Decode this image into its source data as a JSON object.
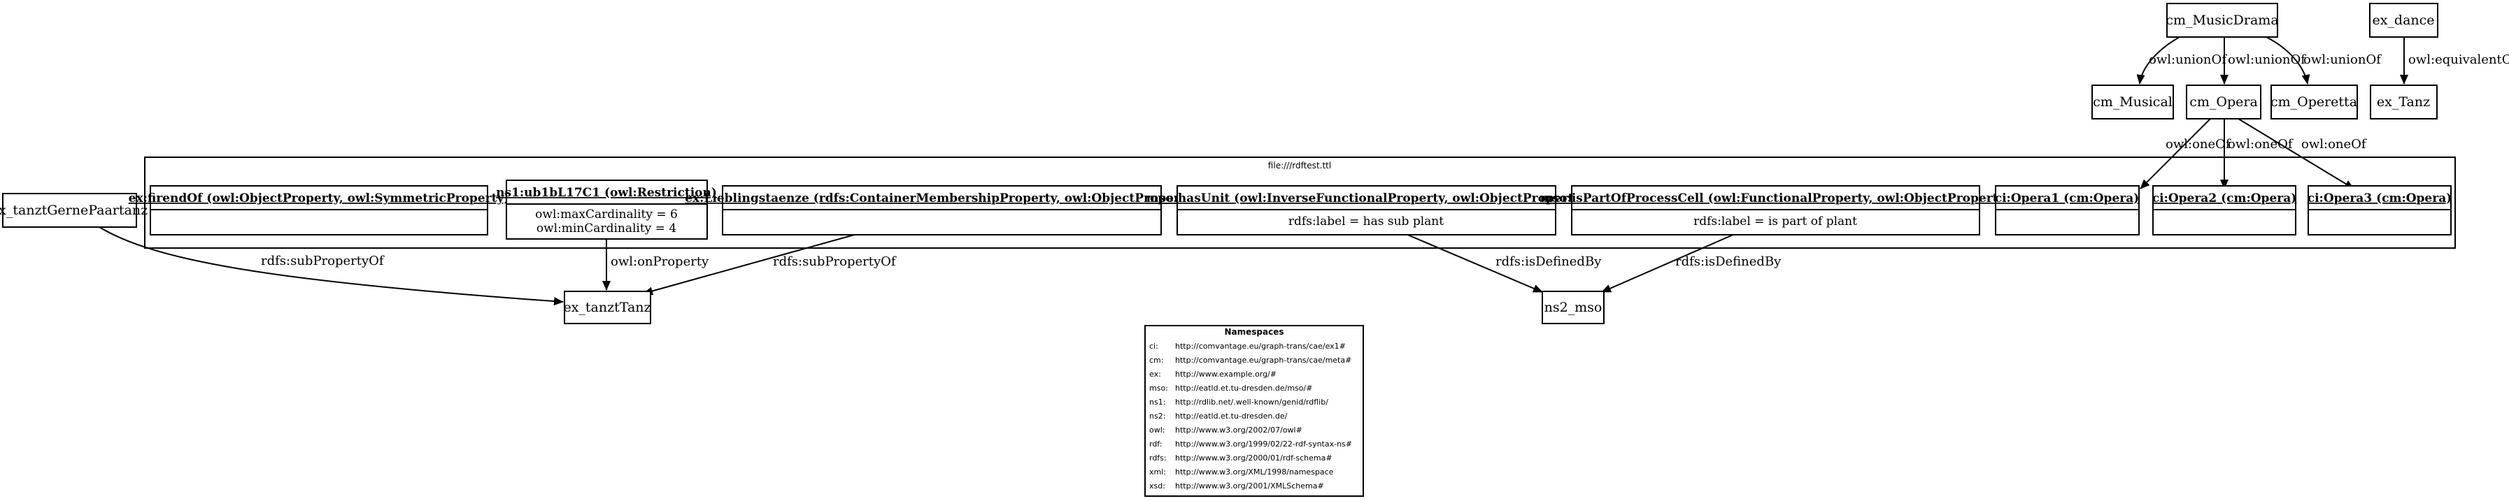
{
  "graph": {
    "cluster_label": "file:///rdftest.ttl",
    "nodes": {
      "musicdrama": "cm_MusicDrama",
      "dance": "ex_dance",
      "musical": "cm_Musical",
      "opera": "cm_Opera",
      "operetta": "cm_Operetta",
      "tanz": "ex_Tanz",
      "gernepaartanz": "ex_tanztGernePaartanz",
      "tanzttanz": "ex_tanztTanz",
      "ns2mso": "ns2_mso"
    },
    "uml": {
      "firend": {
        "title": "ex:firendOf (owl:ObjectProperty, owl:SymmetricProperty)",
        "attrs": []
      },
      "restriction": {
        "title": "ns1:ub1bL17C1 (owl:Restriction)",
        "attrs": [
          "owl:maxCardinality = 6",
          "owl:minCardinality = 4"
        ]
      },
      "lieblings": {
        "title": "ex:Lieblingstaenze (rdfs:ContainerMembershipProperty, owl:ObjectProperty)",
        "attrs": []
      },
      "hasunit": {
        "title": "mso:hasUnit (owl:InverseFunctionalProperty, owl:ObjectProperty)",
        "attrs": [
          "rdfs:label = has sub plant"
        ]
      },
      "ispartof": {
        "title": "mso:isPartOfProcessCell (owl:FunctionalProperty, owl:ObjectProperty)",
        "attrs": [
          "rdfs:label = is part of plant"
        ]
      },
      "opera1": {
        "title": "ci:Opera1 (cm:Opera)",
        "attrs": []
      },
      "opera2": {
        "title": "ci:Opera2 (cm:Opera)",
        "attrs": []
      },
      "opera3": {
        "title": "ci:Opera3 (cm:Opera)",
        "attrs": []
      }
    },
    "edges": {
      "union1": "owl:unionOf",
      "union2": "owl:unionOf",
      "union3": "owl:unionOf",
      "equiv": "owl:equivalentClass",
      "oneof1": "owl:oneOf",
      "oneof2": "owl:oneOf",
      "oneof3": "owl:oneOf",
      "subprop1": "rdfs:subPropertyOf",
      "subprop2": "rdfs:subPropertyOf",
      "onprop": "owl:onProperty",
      "definedby1": "rdfs:isDefinedBy",
      "definedby2": "rdfs:isDefinedBy"
    }
  },
  "namespaces": {
    "title": "Namespaces",
    "rows": [
      {
        "prefix": "ci:",
        "uri": "http://comvantage.eu/graph-trans/cae/ex1#"
      },
      {
        "prefix": "cm:",
        "uri": "http://comvantage.eu/graph-trans/cae/meta#"
      },
      {
        "prefix": "ex:",
        "uri": "http://www.example.org/#"
      },
      {
        "prefix": "mso:",
        "uri": "http://eatld.et.tu-dresden.de/mso/#"
      },
      {
        "prefix": "ns1:",
        "uri": "http://rdlib.net/.well-known/genid/rdflib/"
      },
      {
        "prefix": "ns2:",
        "uri": "http://eatld.et.tu-dresden.de/"
      },
      {
        "prefix": "owl:",
        "uri": "http://www.w3.org/2002/07/owl#"
      },
      {
        "prefix": "rdf:",
        "uri": "http://www.w3.org/1999/02/22-rdf-syntax-ns#"
      },
      {
        "prefix": "rdfs:",
        "uri": "http://www.w3.org/2000/01/rdf-schema#"
      },
      {
        "prefix": "xml:",
        "uri": "http://www.w3.org/XML/1998/namespace"
      },
      {
        "prefix": "xsd:",
        "uri": "http://www.w3.org/2001/XMLSchema#"
      }
    ]
  }
}
